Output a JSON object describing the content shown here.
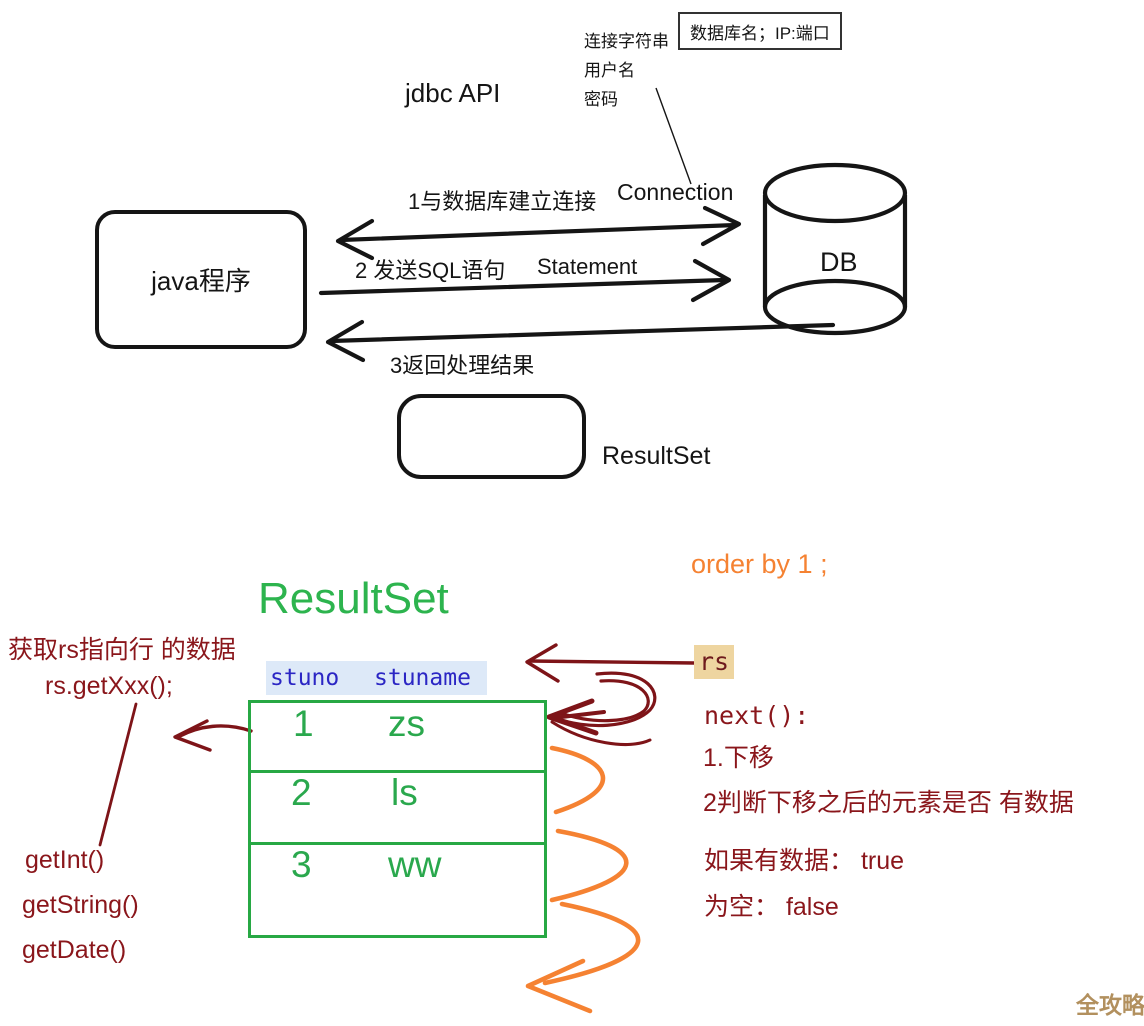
{
  "colors": {
    "ink": "#151515",
    "dark_red": "#8a161b",
    "table_green": "#27a844",
    "green_text": "#2aa84d",
    "title_green": "#2db44e",
    "header_blue": "#2b26c4",
    "header_highlight": "#dde9f8",
    "orange": "#f58232",
    "rs_highlight": "#eed5a0",
    "watermark_gold": "#b2905e"
  },
  "top": {
    "jdbc_api_label": "jdbc API",
    "connection_params": [
      "连接字符串",
      "用户名",
      "密码"
    ],
    "db_info_box": "数据库名；IP:端口",
    "connection_label": "Connection",
    "java_program": "java程序",
    "db_label": "DB",
    "step1_label": "1与数据库建立连接",
    "step2_label": "2 发送SQL语句",
    "statement_label": "Statement",
    "step3_label": "3返回处理结果",
    "resultset_label": "ResultSet"
  },
  "bottom": {
    "order_by_note": "order by 1 ;",
    "resultset_title": "ResultSet",
    "fetch_note": "获取rs指向行 的数据",
    "rs_getxxx": "rs.getXxx();",
    "getter_methods": [
      "getInt()",
      "getString()",
      "getDate()"
    ],
    "table": {
      "columns": [
        "stuno",
        "stuname"
      ],
      "rows": [
        [
          "1",
          "zs"
        ],
        [
          "2",
          "ls"
        ],
        [
          "3",
          "ww"
        ]
      ]
    },
    "rs_pointer": "rs",
    "next_method": "next():",
    "next_step1": "1.下移",
    "next_step2": "2判断下移之后的元素是否 有数据",
    "next_true": "如果有数据： true",
    "next_false": "为空： false",
    "watermark": "全攻略"
  }
}
